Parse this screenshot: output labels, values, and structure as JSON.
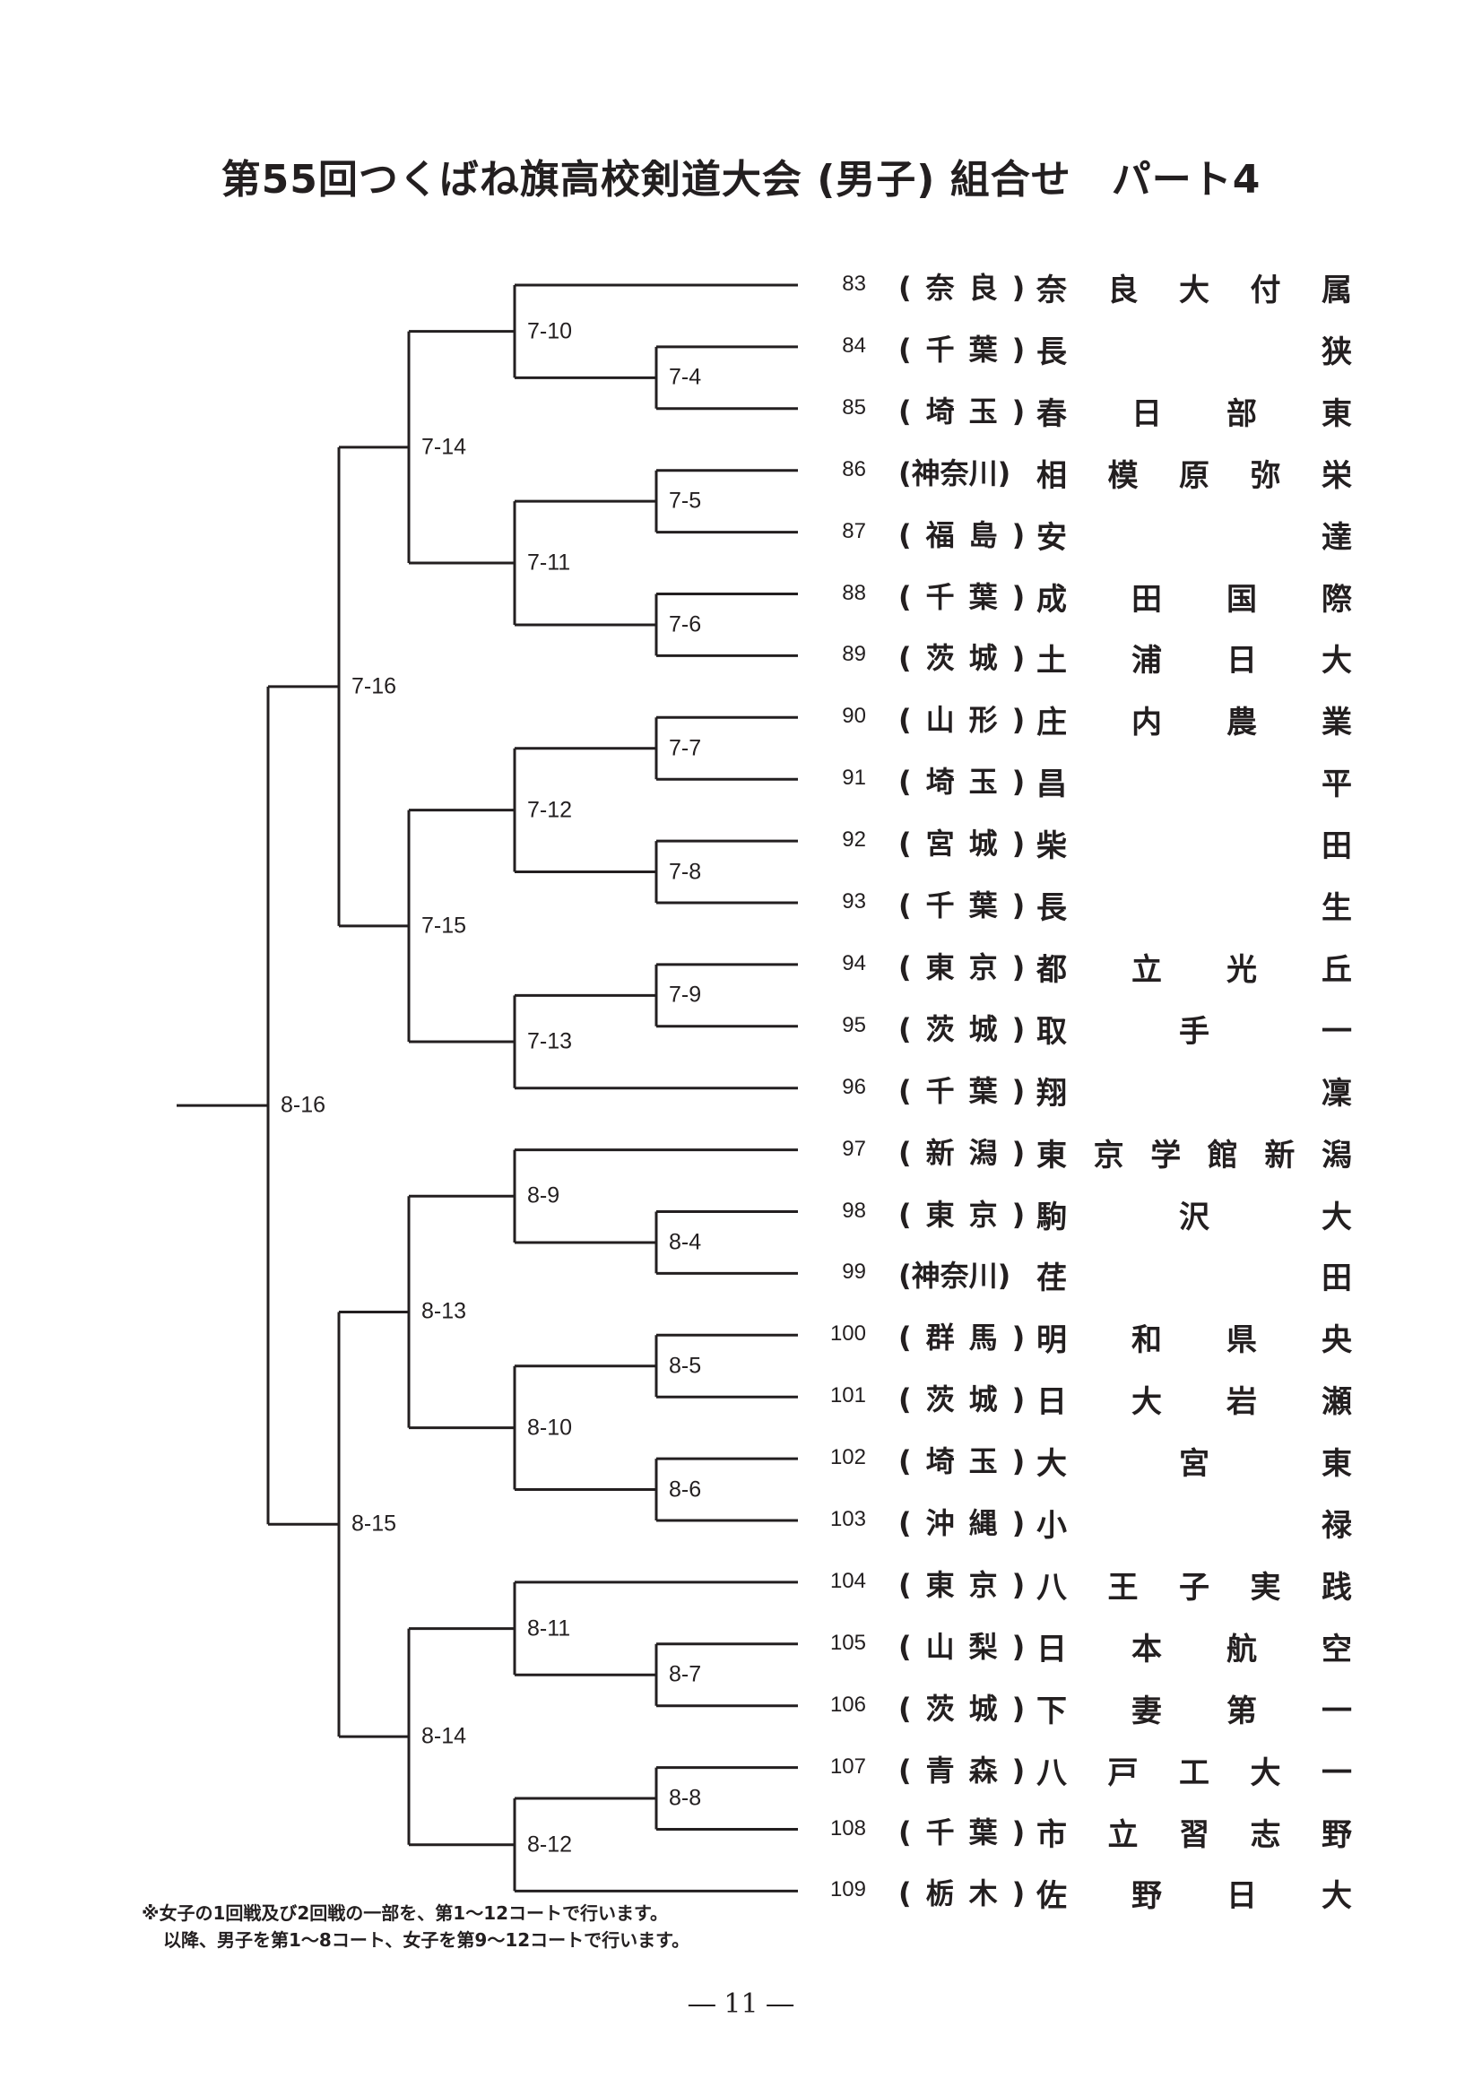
{
  "document": {
    "title": "第55回つくばね旗高校剣道大会 (男子) 組合せ　パート4",
    "page_number": "―  11  ―",
    "footnotes": [
      "※女子の1回戦及び2回戦の一部を、第1～12コートで行います。",
      "以降、男子を第1～8コート、女子を第9～12コートで行います。"
    ]
  },
  "teams": [
    {
      "no": "83",
      "pref": "奈良",
      "school": "奈良大付属"
    },
    {
      "no": "84",
      "pref": "千葉",
      "school": "長狭"
    },
    {
      "no": "85",
      "pref": "埼玉",
      "school": "春日部東"
    },
    {
      "no": "86",
      "pref": "神奈川",
      "school": "相模原弥栄"
    },
    {
      "no": "87",
      "pref": "福島",
      "school": "安達"
    },
    {
      "no": "88",
      "pref": "千葉",
      "school": "成田国際"
    },
    {
      "no": "89",
      "pref": "茨城",
      "school": "土浦日大"
    },
    {
      "no": "90",
      "pref": "山形",
      "school": "庄内農業"
    },
    {
      "no": "91",
      "pref": "埼玉",
      "school": "昌平"
    },
    {
      "no": "92",
      "pref": "宮城",
      "school": "柴田"
    },
    {
      "no": "93",
      "pref": "千葉",
      "school": "長生"
    },
    {
      "no": "94",
      "pref": "東京",
      "school": "都立光丘"
    },
    {
      "no": "95",
      "pref": "茨城",
      "school": "取手一"
    },
    {
      "no": "96",
      "pref": "千葉",
      "school": "翔凜"
    },
    {
      "no": "97",
      "pref": "新潟",
      "school": "東京学館新潟"
    },
    {
      "no": "98",
      "pref": "東京",
      "school": "駒沢大"
    },
    {
      "no": "99",
      "pref": "神奈川",
      "school": "荏田"
    },
    {
      "no": "100",
      "pref": "群馬",
      "school": "明和県央"
    },
    {
      "no": "101",
      "pref": "茨城",
      "school": "日大岩瀬"
    },
    {
      "no": "102",
      "pref": "埼玉",
      "school": "大宮東"
    },
    {
      "no": "103",
      "pref": "沖縄",
      "school": "小禄"
    },
    {
      "no": "104",
      "pref": "東京",
      "school": "八王子実践"
    },
    {
      "no": "105",
      "pref": "山梨",
      "school": "日本航空"
    },
    {
      "no": "106",
      "pref": "茨城",
      "school": "下妻第一"
    },
    {
      "no": "107",
      "pref": "青森",
      "school": "八戸工大一"
    },
    {
      "no": "108",
      "pref": "千葉",
      "school": "市立習志野"
    },
    {
      "no": "109",
      "pref": "栃木",
      "school": "佐野日大"
    }
  ],
  "matches": [
    {
      "id": "7-4",
      "a": "t1",
      "b": "t2"
    },
    {
      "id": "7-10",
      "a": "t0",
      "b": "7-4"
    },
    {
      "id": "7-5",
      "a": "t3",
      "b": "t4"
    },
    {
      "id": "7-6",
      "a": "t5",
      "b": "t6"
    },
    {
      "id": "7-11",
      "a": "7-5",
      "b": "7-6"
    },
    {
      "id": "7-14",
      "a": "7-10",
      "b": "7-11"
    },
    {
      "id": "7-7",
      "a": "t7",
      "b": "t8"
    },
    {
      "id": "7-8",
      "a": "t9",
      "b": "t10"
    },
    {
      "id": "7-12",
      "a": "7-7",
      "b": "7-8"
    },
    {
      "id": "7-9",
      "a": "t11",
      "b": "t12"
    },
    {
      "id": "7-13",
      "a": "7-9",
      "b": "t13"
    },
    {
      "id": "7-15",
      "a": "7-12",
      "b": "7-13"
    },
    {
      "id": "7-16",
      "a": "7-14",
      "b": "7-15"
    },
    {
      "id": "8-4",
      "a": "t15",
      "b": "t16"
    },
    {
      "id": "8-9",
      "a": "t14",
      "b": "8-4"
    },
    {
      "id": "8-5",
      "a": "t17",
      "b": "t18"
    },
    {
      "id": "8-6",
      "a": "t19",
      "b": "t20"
    },
    {
      "id": "8-10",
      "a": "8-5",
      "b": "8-6"
    },
    {
      "id": "8-13",
      "a": "8-9",
      "b": "8-10"
    },
    {
      "id": "8-7",
      "a": "t22",
      "b": "t23"
    },
    {
      "id": "8-11",
      "a": "t21",
      "b": "8-7"
    },
    {
      "id": "8-8",
      "a": "t24",
      "b": "t25"
    },
    {
      "id": "8-12",
      "a": "8-8",
      "b": "t26"
    },
    {
      "id": "8-14",
      "a": "8-11",
      "b": "8-12"
    },
    {
      "id": "8-15",
      "a": "8-13",
      "b": "8-14"
    },
    {
      "id": "8-16",
      "a": "7-16",
      "b": "8-15",
      "root": true
    }
  ]
}
